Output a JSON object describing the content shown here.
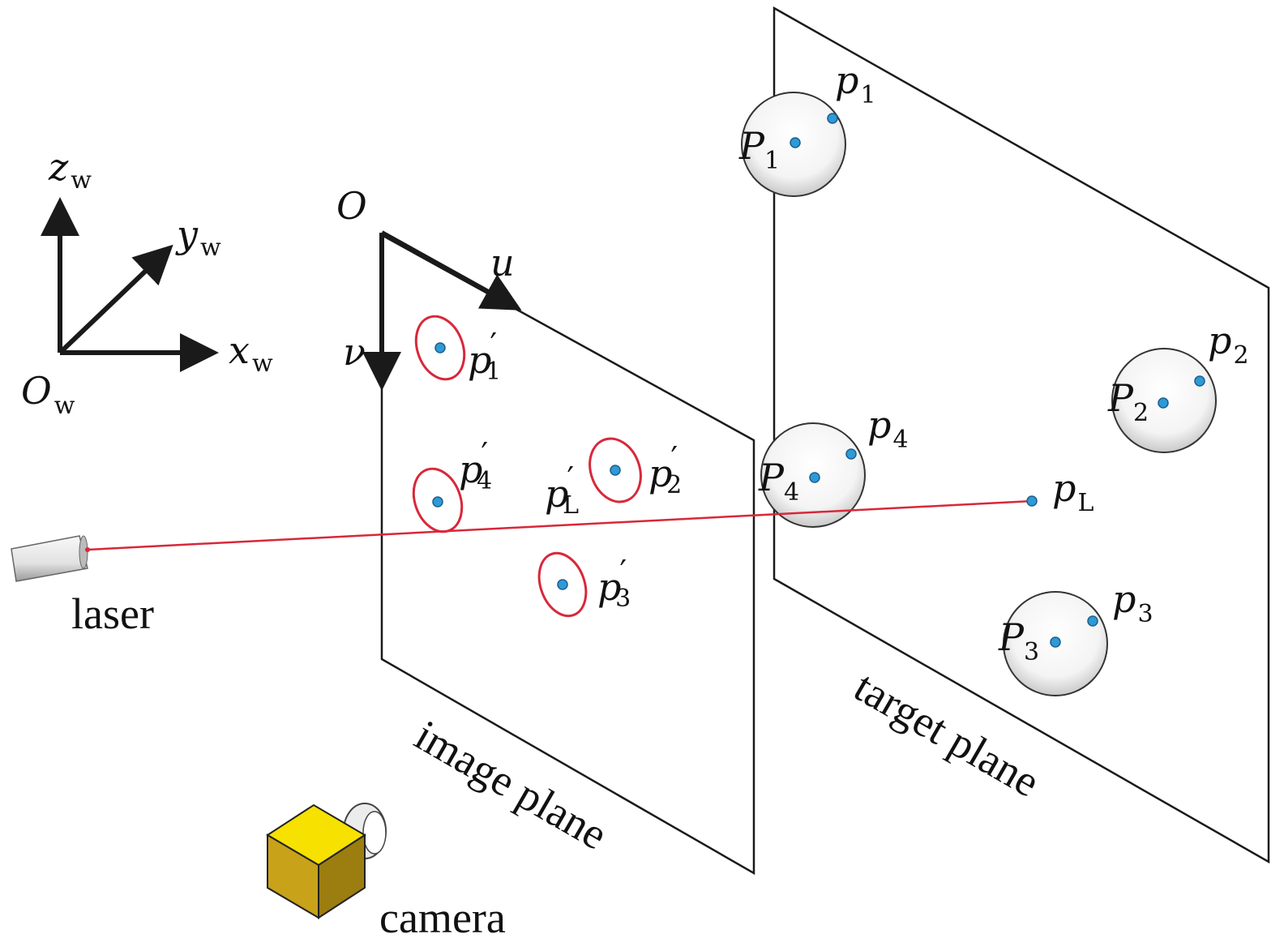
{
  "colors": {
    "line": "#1a1a1a",
    "laser": "#d8283a",
    "dot": "#2e9ad6",
    "dot_edge": "#1a5f8e",
    "ellipse": "#d8283a",
    "camera_top": "#f6e100",
    "camera_front": "#c8a218",
    "camera_side": "#9c7d10"
  },
  "world_axes": {
    "z": {
      "base": "z",
      "sub": "w"
    },
    "y": {
      "base": "y",
      "sub": "w"
    },
    "x": {
      "base": "x",
      "sub": "w"
    },
    "origin": {
      "base": "O",
      "sub": "w"
    }
  },
  "image_axes": {
    "origin": "O",
    "u": "u",
    "v": "ν"
  },
  "image_points": [
    {
      "base": "p",
      "sub": "1",
      "prime": "′"
    },
    {
      "base": "p",
      "sub": "4",
      "prime": "′"
    },
    {
      "base": "p",
      "sub": "2",
      "prime": "′"
    },
    {
      "base": "p",
      "sub": "3",
      "prime": "′"
    },
    {
      "base": "p",
      "sub": "L",
      "prime": "′"
    }
  ],
  "target_markers": [
    {
      "center": {
        "base": "P",
        "sub": "1"
      },
      "point": {
        "base": "p",
        "sub": "1"
      }
    },
    {
      "center": {
        "base": "P",
        "sub": "2"
      },
      "point": {
        "base": "p",
        "sub": "2"
      }
    },
    {
      "center": {
        "base": "P",
        "sub": "3"
      },
      "point": {
        "base": "p",
        "sub": "3"
      }
    },
    {
      "center": {
        "base": "P",
        "sub": "4"
      },
      "point": {
        "base": "p",
        "sub": "4"
      }
    }
  ],
  "laser_point": {
    "base": "p",
    "sub": "L"
  },
  "labels": {
    "laser": "laser",
    "camera": "camera",
    "image_plane": "image plane",
    "target_plane": "target plane"
  }
}
